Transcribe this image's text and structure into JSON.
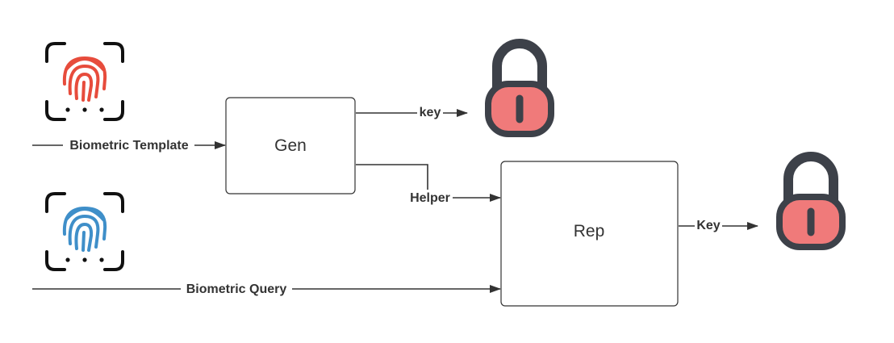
{
  "nodes": {
    "gen": {
      "label": "Gen"
    },
    "rep": {
      "label": "Rep"
    }
  },
  "edges": {
    "biometric_template": {
      "label": "Biometric Template"
    },
    "gen_key": {
      "label": "key"
    },
    "helper": {
      "label": "Helper"
    },
    "biometric_query": {
      "label": "Biometric Query"
    },
    "rep_key": {
      "label": "Key"
    }
  },
  "icons": {
    "fingerprint_top": {
      "name": "fingerprint-scan-icon",
      "color": "#e74c3c"
    },
    "fingerprint_bottom": {
      "name": "fingerprint-scan-icon",
      "color": "#3f8fc9"
    },
    "lock_top": {
      "name": "padlock-icon",
      "color": "#f07a7a"
    },
    "lock_right": {
      "name": "padlock-icon",
      "color": "#f07a7a"
    }
  },
  "colors": {
    "line": "#333333",
    "box_border": "#333333",
    "icon_outline": "#3d4149",
    "scan_frame": "#111111"
  }
}
